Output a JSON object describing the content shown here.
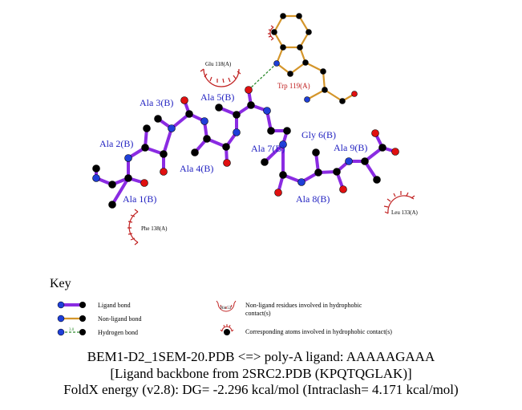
{
  "residues": {
    "ala1": "Ala 1(B)",
    "ala2": "Ala 2(B)",
    "ala3": "Ala 3(B)",
    "ala4": "Ala 4(B)",
    "ala5": "Ala 5(B)",
    "gly6": "Gly 6(B)",
    "ala7": "Ala 7(B)",
    "ala8": "Ala 8(B)",
    "ala9": "Ala 9(B)",
    "trp119": "Trp 119(A)",
    "glu118": "Glu 118(A)",
    "phe138": "Phe 138(A)",
    "leu133": "Leu 133(A)"
  },
  "key": {
    "title": "Key",
    "ligand_bond": "Ligand bond",
    "nonligand_bond": "Non-ligand bond",
    "hydrogen_bond": "Hydrogen bond",
    "hbond_distance": "3.0",
    "his_example": "His 53",
    "nonligand_residues_line1": "Non-ligand residues involved in hydrophobic",
    "nonligand_residues_line2": "contact(s)",
    "corresponding_atoms": "Corresponding atoms involved in hydrophobic contact(s)"
  },
  "caption": {
    "line1": "BEM1-D2_1SEM-20.PDB <=> poly-A ligand: AAAAAGAAA",
    "line2": "[Ligand backbone from 2SRC2.PDB (KPQTQGLAK)]",
    "line3": "FoldX energy (v2.8): DG= -2.296 kcal/mol (Intraclash= 4.171 kcal/mol)"
  },
  "colors": {
    "ligand_bond": "#8a2be2",
    "nonligand_bond": "#d4952a",
    "hbond": "#2e8b2e",
    "nitrogen": "#1f3fd8",
    "oxygen": "#e01010",
    "carbon": "#000000",
    "hydrophobic": "#c02020"
  }
}
